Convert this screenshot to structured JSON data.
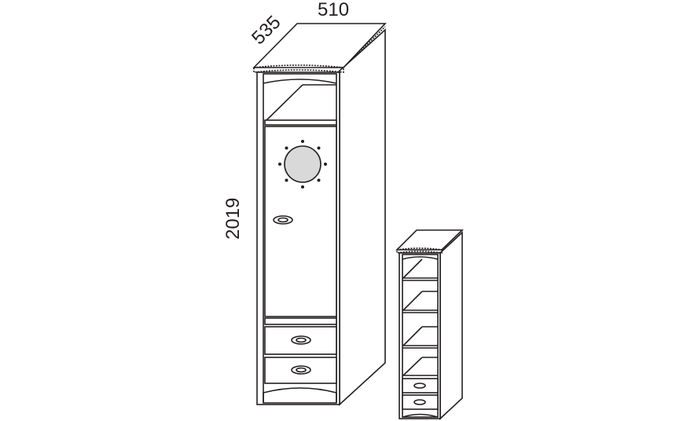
{
  "dimensions": {
    "width": "510",
    "depth": "535",
    "height": "2019"
  },
  "colors": {
    "line": "#231f20",
    "mirror": "#d9d9d9",
    "background": "#ffffff"
  }
}
